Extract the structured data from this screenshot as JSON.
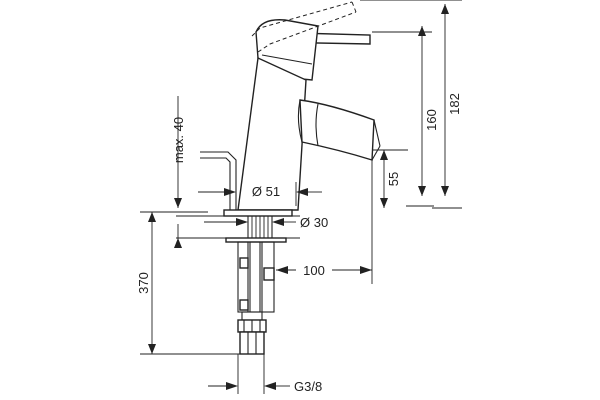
{
  "dimensions": {
    "height_182": "182",
    "height_160": "160",
    "lever_travel": "max. 40",
    "spout_clearance": "55",
    "body_diameter": "Ø 51",
    "hole_diameter": "Ø 30",
    "spout_reach": "100",
    "under_counter_length": "370",
    "thread": "G3/8"
  }
}
